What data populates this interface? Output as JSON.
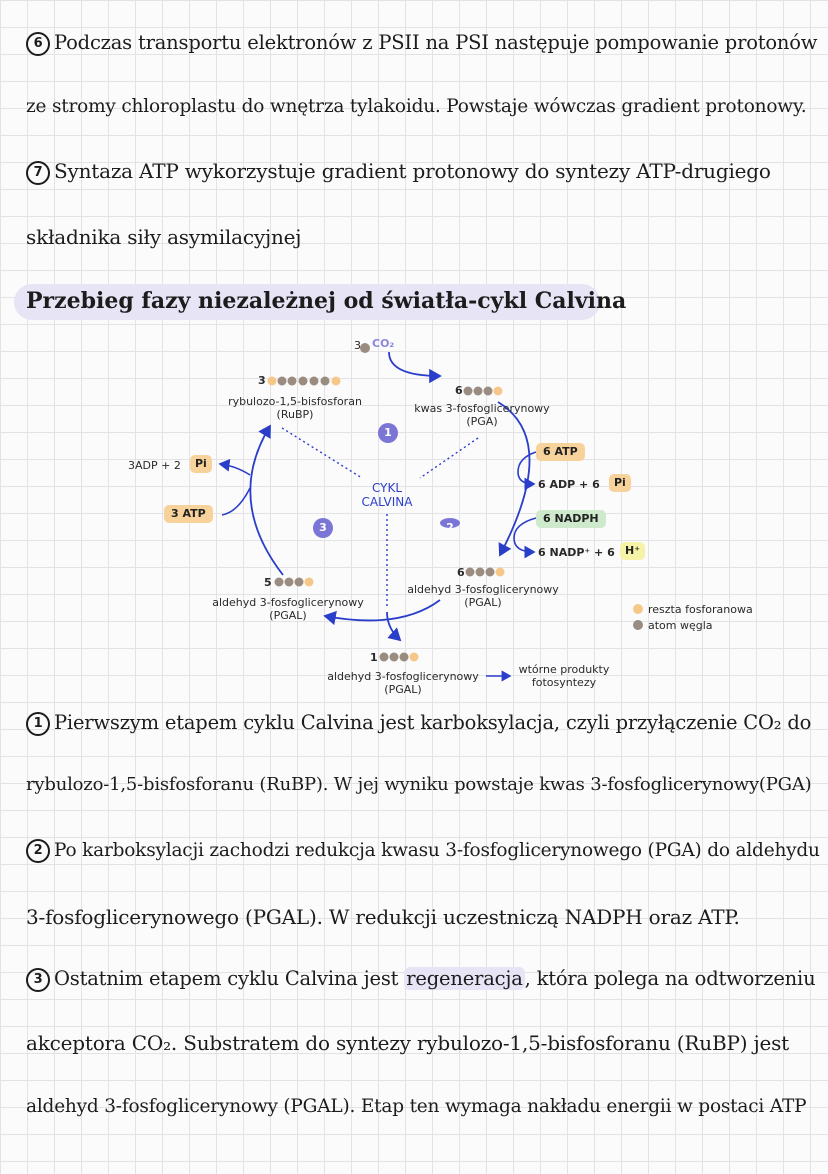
{
  "paragraphs_top": {
    "p6_num": "6",
    "p6_line1": "Podczas transportu elektronów z PSII na PSI następuje pompowanie protonów",
    "p6_line2": "ze stromy chloroplastu do wnętrza tylakoidu. Powstaje wówczas gradient protonowy.",
    "p7_num": "7",
    "p7_line1": "Syntaza ATP wykorzystuje gradient protonowy do syntezy ATP-drugiego",
    "p7_line2": "składnika siły asymilacyjnej"
  },
  "heading": "Przebieg fazy niezależnej od światła-cykl Calvina",
  "diagram": {
    "co2_count": "3",
    "co2_label": "CO₂",
    "rubp_count": "3",
    "rubp_name": "rybulozo-1,5-bisfosforan",
    "rubp_abbr": "(RuBP)",
    "pga_count": "6",
    "pga_name": "kwas 3-fosfoglicerynowy",
    "pga_abbr": "(PGA)",
    "center_title_1": "CYKL",
    "center_title_2": "CALVINA",
    "step1": "1",
    "step2": "2",
    "step3": "3",
    "adp_left": "3ADP + 2",
    "pi_left": "Pi",
    "atp_left": "3 ATP",
    "atp_right": "6 ATP",
    "adp_right": "6 ADP + 6",
    "pi_right": "Pi",
    "nadph_right": "6 NADPH",
    "nadp_right": "6 NADP⁺ + 6",
    "h_right": "H⁺",
    "pgal_left_count": "5",
    "pgal_left_name": "aldehyd 3-fosfoglicerynowy",
    "pgal_left_abbr": "(PGAL)",
    "pgal_right_count": "6",
    "pgal_right_name": "aldehyd 3-fosfoglicerynowy",
    "pgal_right_abbr": "(PGAL)",
    "pgal_bottom_count": "1",
    "pgal_bottom_name": "aldehyd 3-fosfoglicerynowy",
    "pgal_bottom_abbr": "(PGAL)",
    "products_1": "wtórne produkty",
    "products_2": "fotosyntezy",
    "legend_phosphate": "reszta fosforanowa",
    "legend_carbon": "atom węgla"
  },
  "paragraphs_bottom": {
    "p1_num": "1",
    "p1_line1": "Pierwszym etapem cyklu Calvina jest karboksylacja, czyli przyłączenie CO₂ do",
    "p1_line2": "rybulozo-1,5-bisfosforanu (RuBP). W jej wyniku powstaje kwas 3-fosfoglicerynowy(PGA)",
    "p2_num": "2",
    "p2_line1": "Po karboksylacji zachodzi redukcja kwasu 3-fosfoglicerynowego (PGA) do aldehydu",
    "p2_line2": "3-fosfoglicerynowego (PGAL). W redukcji uczestniczą NADPH oraz ATP.",
    "p3_num": "3",
    "p3_line1_a": "Ostatnim etapem cyklu Calvina jest",
    "p3_line1_hl": "regeneracja",
    "p3_line1_b": ", która polega na odtworzeniu",
    "p3_line2": "akceptora CO₂. Substratem do syntezy rybulozo-1,5-bisfosforanu (RuBP) jest",
    "p3_line3": "aldehyd 3-fosfoglicerynowy (PGAL). Etap ten wymaga nakładu energii w postaci ATP"
  },
  "colors": {
    "arrow_blue": "#2b3ec9",
    "step_purple": "#7b76d6",
    "phosphate_orange": "#f5c88a",
    "carbon_brown": "#9a8c80",
    "highlight_lavender": "#e6e4f5"
  }
}
